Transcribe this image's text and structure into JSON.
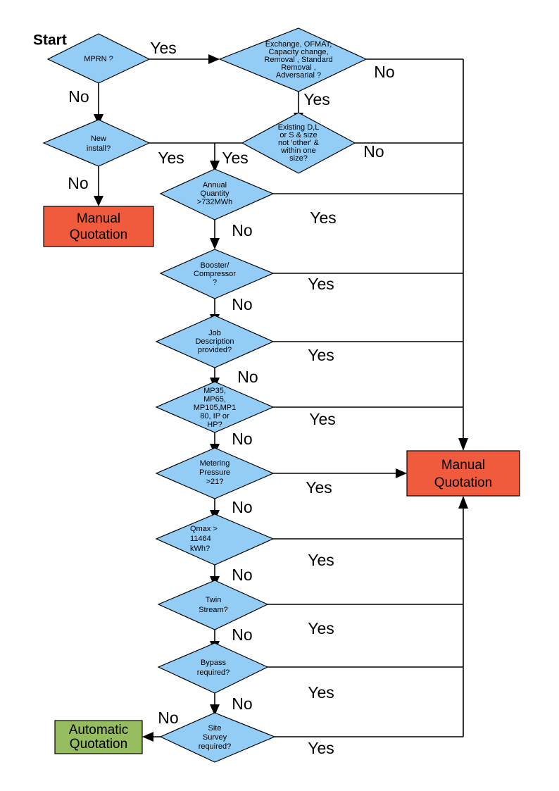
{
  "diagram": {
    "title_label": "Start",
    "colors": {
      "decision_fill": "#93CCF5",
      "manual_fill": "#EF5B3C",
      "automatic_fill": "#95BC5E",
      "line": "#000000",
      "background": "#FFFFFF"
    },
    "decisions": [
      {
        "id": "mprn",
        "lines": [
          "MPRN ?"
        ]
      },
      {
        "id": "exchange",
        "lines": [
          "Exchange, OFMAT,",
          "Capacity change,",
          "Removal , Standard",
          "Removal ,",
          "Adversarial ?"
        ]
      },
      {
        "id": "new-install",
        "lines": [
          "New",
          "install?"
        ]
      },
      {
        "id": "existing-dls",
        "lines": [
          "Existing D,L",
          "or S & size",
          "not 'other' &",
          "within one",
          "size?"
        ]
      },
      {
        "id": "annual-quantity",
        "lines": [
          "Annual",
          "Quantity",
          ">732MWh"
        ]
      },
      {
        "id": "booster",
        "lines": [
          "Booster/",
          "Compressor",
          "?"
        ]
      },
      {
        "id": "job-description",
        "lines": [
          "Job",
          "Description",
          "provided?"
        ]
      },
      {
        "id": "mp-type",
        "lines": [
          "MP35,",
          "MP65,",
          "MP105,MP1",
          "80, IP or",
          "HP?"
        ]
      },
      {
        "id": "metering-pressure",
        "lines": [
          "Metering",
          "Pressure",
          ">21?"
        ]
      },
      {
        "id": "qmax",
        "lines": [
          "Qmax >",
          "11464",
          "kWh?"
        ]
      },
      {
        "id": "twin-stream",
        "lines": [
          "Twin",
          "Stream?"
        ]
      },
      {
        "id": "bypass",
        "lines": [
          "Bypass",
          "required?"
        ]
      },
      {
        "id": "site-survey",
        "lines": [
          "Site",
          "Survey",
          "required?"
        ]
      }
    ],
    "terminals": [
      {
        "id": "manual-left",
        "lines": [
          "Manual",
          "Quotation"
        ]
      },
      {
        "id": "manual-right",
        "lines": [
          "Manual",
          "Quotation"
        ]
      },
      {
        "id": "automatic",
        "lines": [
          "Automatic",
          "Quotation"
        ]
      }
    ],
    "edge_labels": {
      "mprn_yes": "Yes",
      "mprn_no": "No",
      "exchange_no": "No",
      "exchange_yes": "Yes",
      "new_install_yes": "Yes",
      "new_install_no": "No",
      "existing_yes": "Yes",
      "existing_no": "No",
      "annual_yes": "Yes",
      "annual_no": "No",
      "booster_yes": "Yes",
      "booster_no": "No",
      "job_yes": "Yes",
      "job_no": "No",
      "mp_yes": "Yes",
      "mp_no": "No",
      "metering_yes": "Yes",
      "metering_no": "No",
      "qmax_yes": "Yes",
      "qmax_no": "No",
      "twin_yes": "Yes",
      "twin_no": "No",
      "bypass_yes": "Yes",
      "bypass_no": "No",
      "site_yes": "Yes",
      "site_no": "No"
    }
  }
}
